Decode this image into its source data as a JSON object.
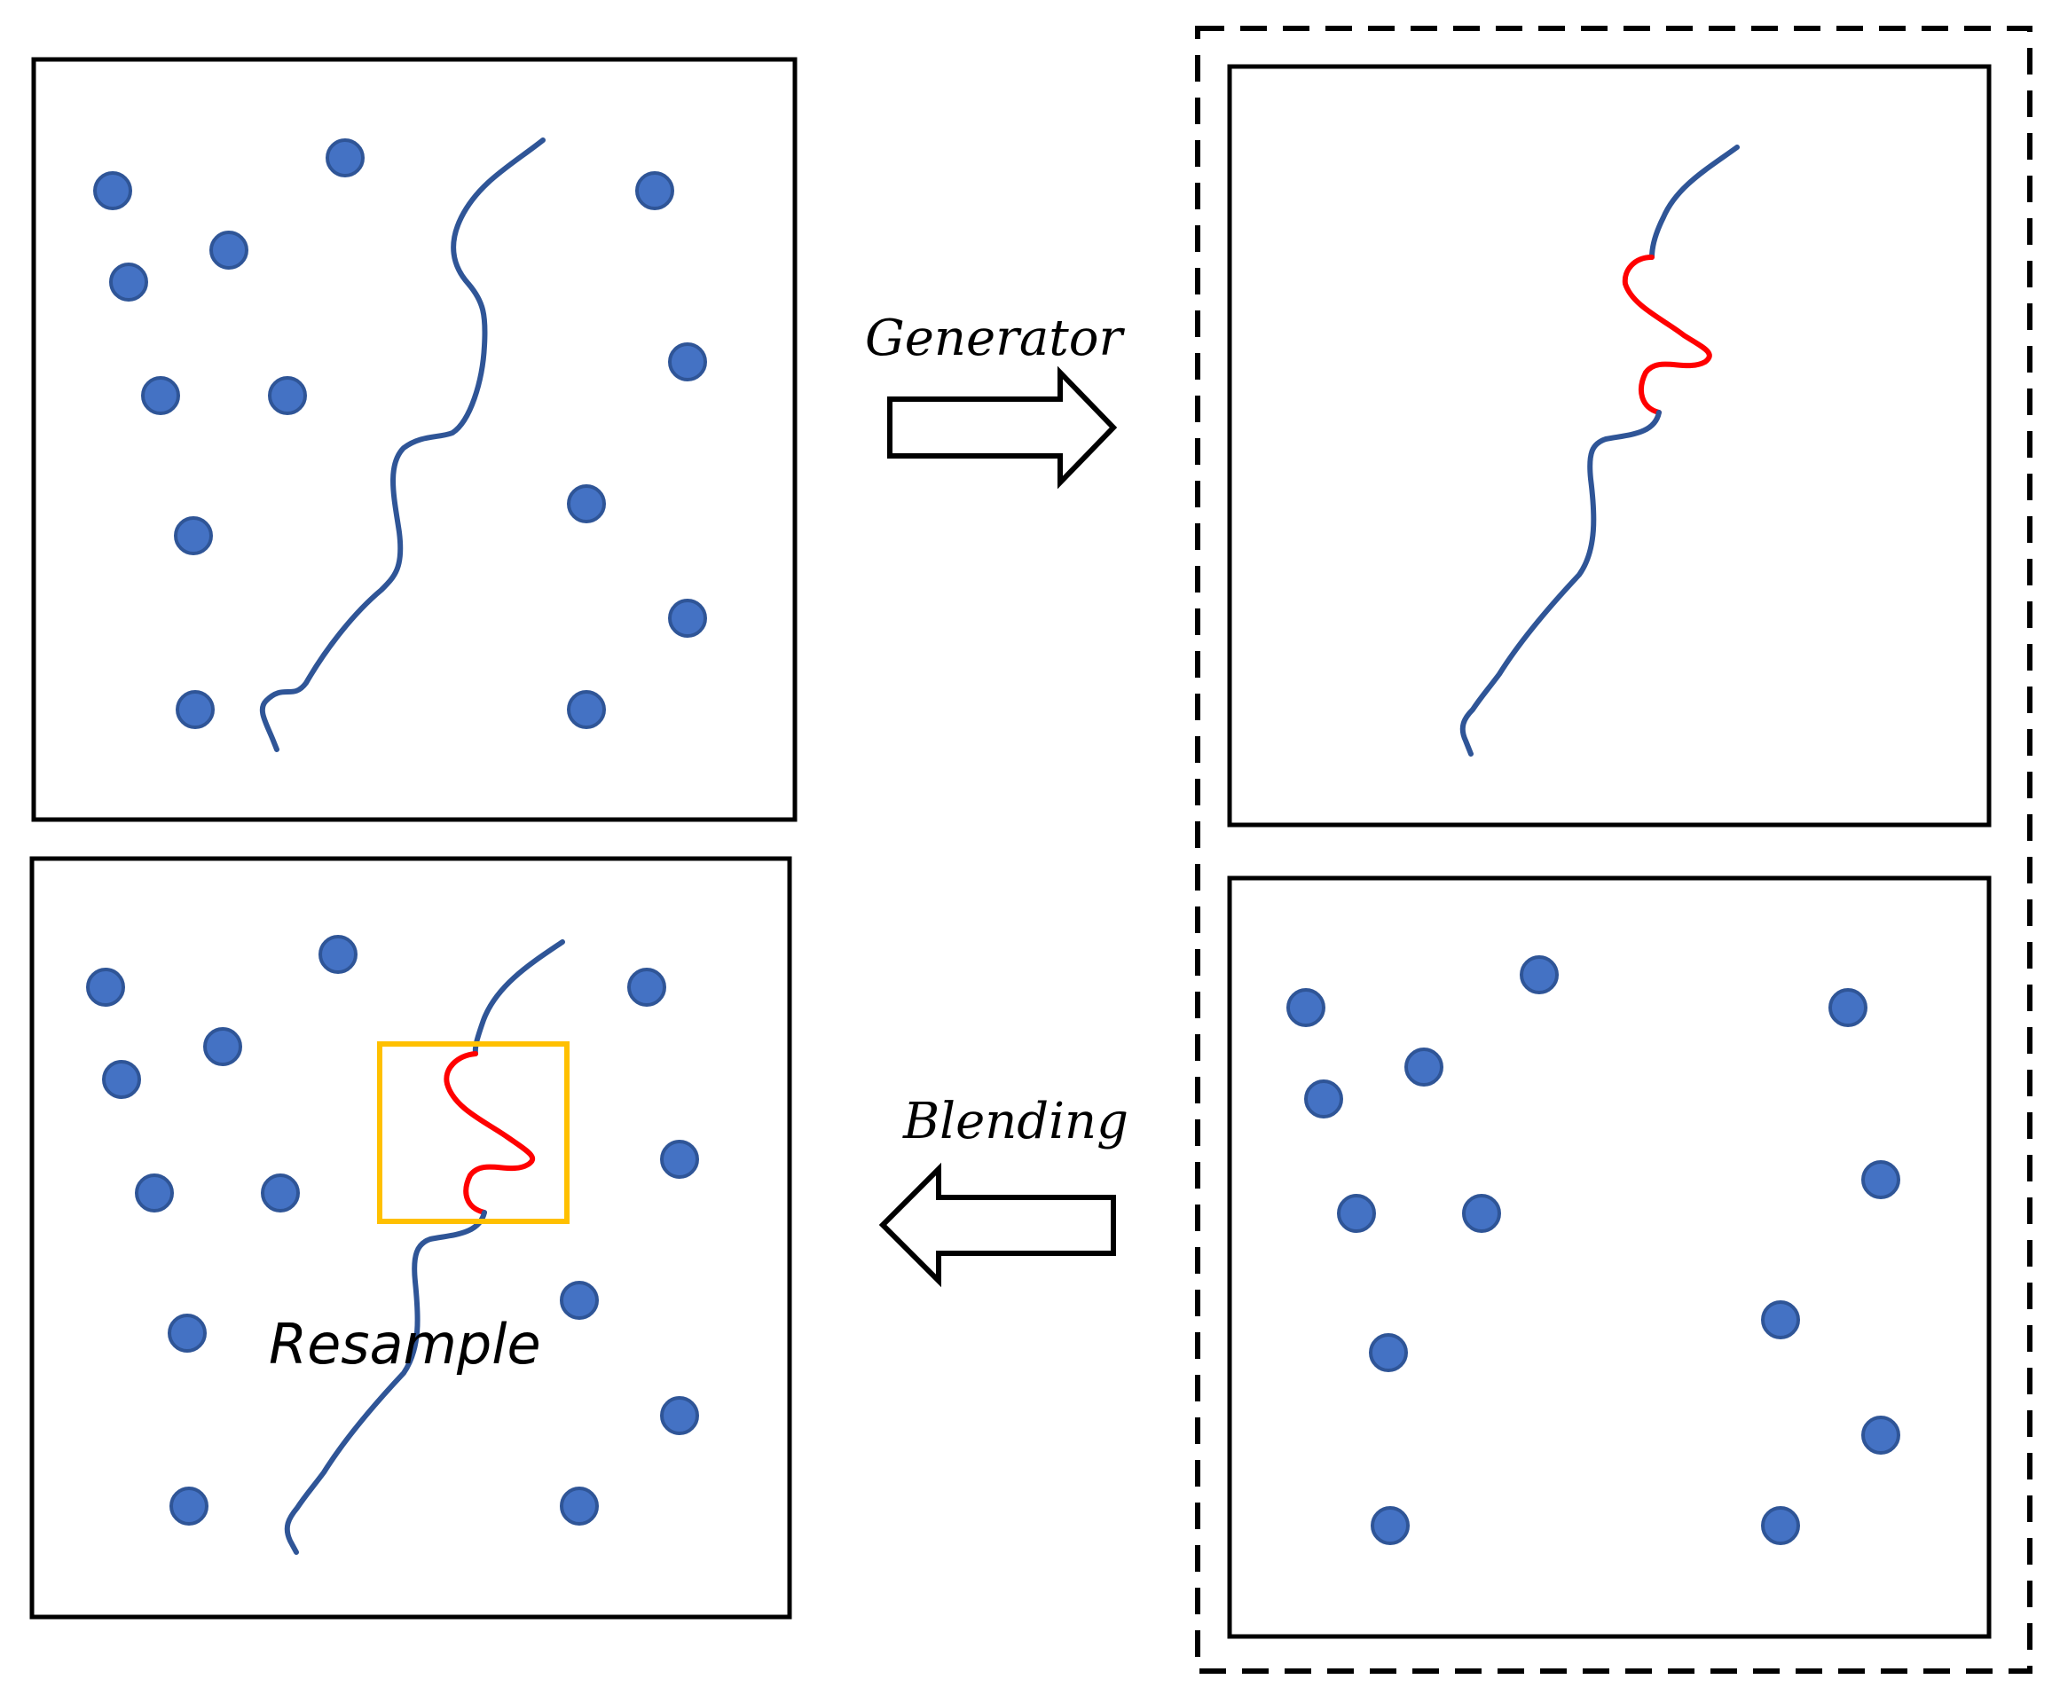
{
  "labels": {
    "generator": "Generator",
    "blending": "Blending",
    "resample": "Resample"
  },
  "colors": {
    "dot": "#4472C4",
    "dot_stroke": "#2F5597",
    "river": "#2F5597",
    "generated": "#FF0000",
    "highlight": "#FFC000",
    "frame": "#000000"
  }
}
